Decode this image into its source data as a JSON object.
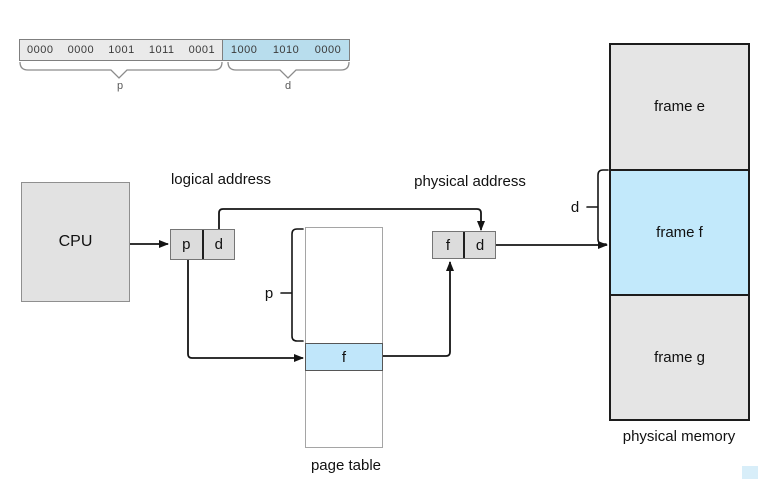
{
  "binary_address": {
    "p_groups": [
      "0000",
      "0000",
      "1001",
      "1011",
      "0001"
    ],
    "d_groups": [
      "1000",
      "1010",
      "0000"
    ],
    "p_brace_label": "p",
    "d_brace_label": "d"
  },
  "cpu_label": "CPU",
  "labels": {
    "logical_address": "logical address",
    "physical_address": "physical address",
    "page_table": "page table",
    "physical_memory": "physical memory"
  },
  "logical_register": {
    "p": "p",
    "d": "d"
  },
  "physical_register": {
    "f": "f",
    "d": "d"
  },
  "page_table_entry": "f",
  "page_index_label": "p",
  "offset_label": "d",
  "physical_memory": {
    "frames": [
      {
        "label": "frame e",
        "highlight": false
      },
      {
        "label": "frame f",
        "highlight": true
      },
      {
        "label": "frame g",
        "highlight": false
      }
    ]
  },
  "colors": {
    "highlight_blue": "#c2e9fb",
    "binary_highlight_blue": "#b8dded",
    "box_gray": "#e3e3e3",
    "line_black": "#1c1c1c",
    "brace_gray": "#8c8c8c"
  }
}
